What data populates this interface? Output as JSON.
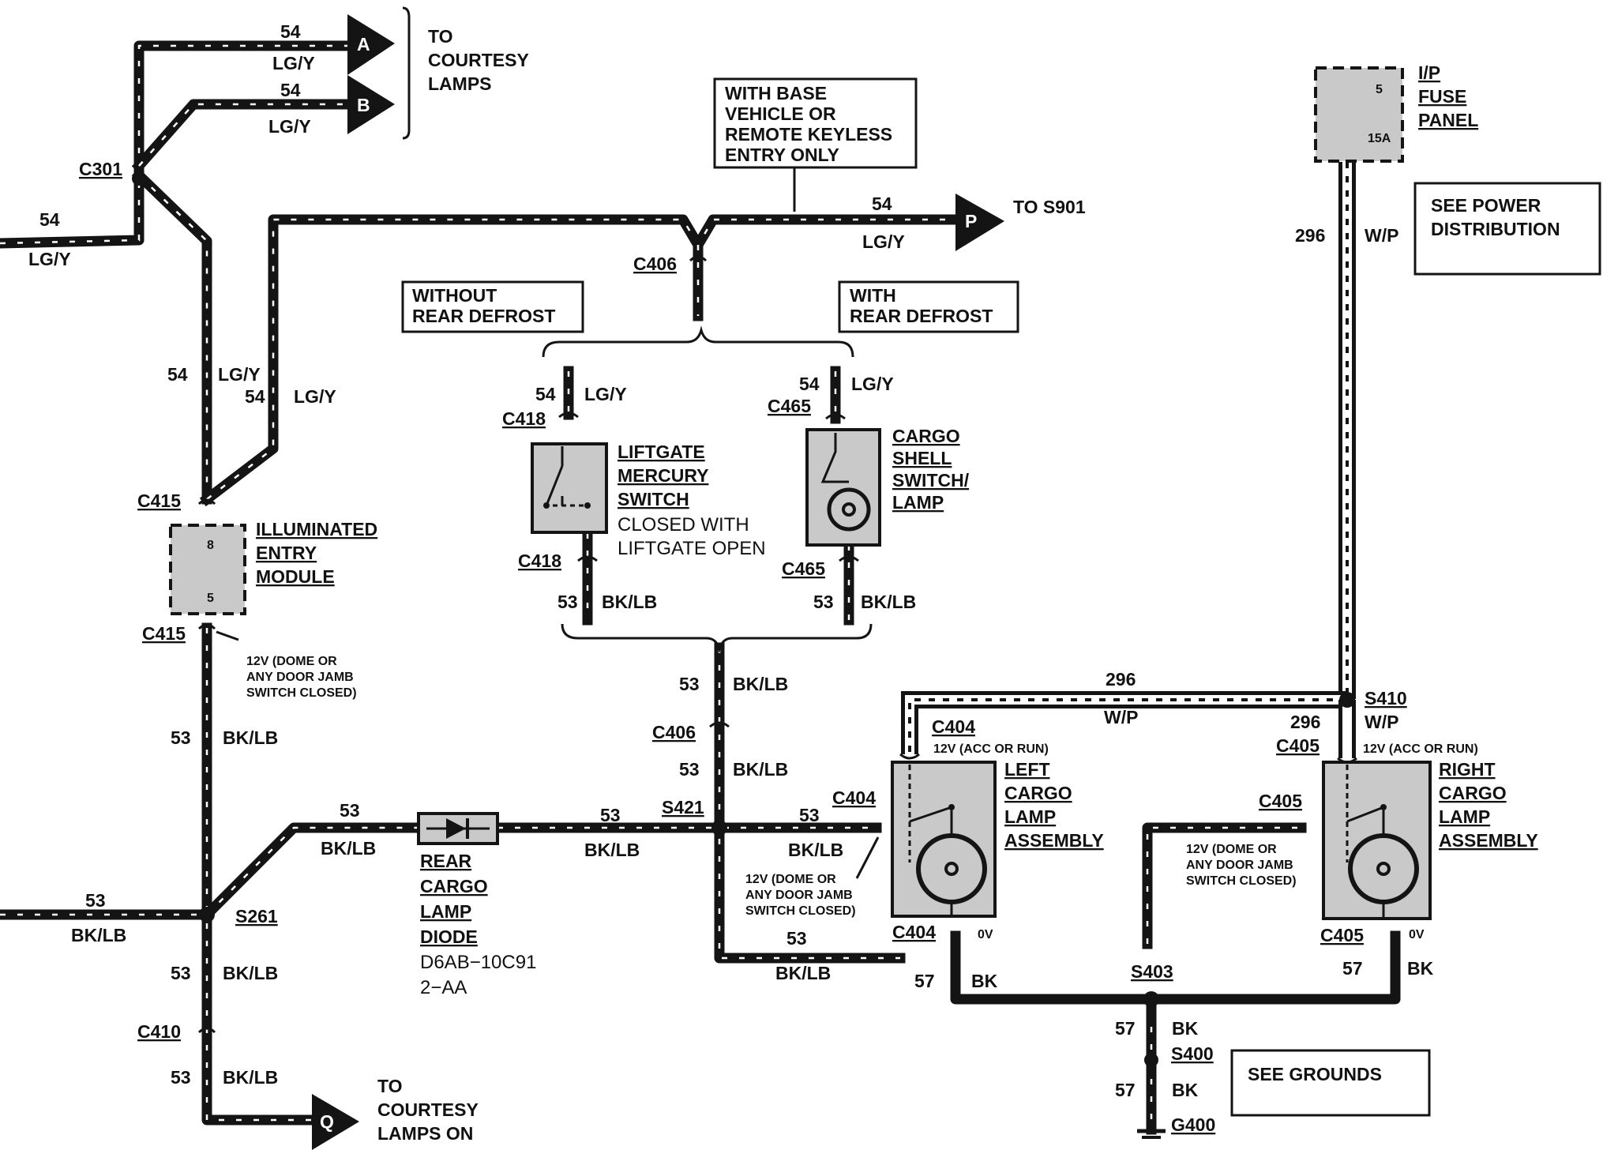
{
  "connectors": {
    "top_a": "A",
    "top_b": "B",
    "right_p": "P",
    "bottom_q": "Q",
    "c301": "C301",
    "c406_top": "C406",
    "c418_top": "C418",
    "c465_top": "C465",
    "c415_top": "C415",
    "c415_bot": "C415",
    "c418_bot": "C418",
    "c465_bot": "C465",
    "c406_mid": "C406",
    "s421": "S421",
    "c404_a": "C404",
    "c404_b": "C404",
    "c404_c": "C404",
    "s261": "S261",
    "c410": "C410",
    "s410": "S410",
    "c405_a": "C405",
    "c405_b": "C405",
    "c405_c": "C405",
    "s403": "S403",
    "s400": "S400",
    "g400": "G400"
  },
  "labels": {
    "to_courtesy_1": "TO",
    "to_courtesy_2": "COURTESY",
    "to_courtesy_3": "LAMPS",
    "to_s901": "TO S901",
    "to_courtesy_on_1": "TO",
    "to_courtesy_on_2": "COURTESY",
    "to_courtesy_on_3": "LAMPS ON"
  },
  "boxes": {
    "base_1": "WITH  BASE",
    "base_2": "VEHICLE OR",
    "base_3": "REMOTE KEYLESS",
    "base_4": "ENTRY ONLY",
    "without_1": "WITHOUT",
    "without_2": "REAR DEFROST",
    "with_1": "WITH",
    "with_2": "REAR DEFROST",
    "power_1": "SEE POWER",
    "power_2": "DISTRIBUTION",
    "grounds": "SEE GROUNDS"
  },
  "components": {
    "ip_fuse_1": "I/P",
    "ip_fuse_2": "FUSE",
    "ip_fuse_3": "PANEL",
    "ip_fuse_pin": "5",
    "ip_fuse_rating": "15A",
    "iem_1": "ILLUMINATED",
    "iem_2": "ENTRY",
    "iem_3": "MODULE",
    "iem_pin_top": "8",
    "iem_pin_bot": "5",
    "liftgate_1": "LIFTGATE",
    "liftgate_2": "MERCURY",
    "liftgate_3": "SWITCH",
    "liftgate_4": "CLOSED WITH",
    "liftgate_5": "LIFTGATE OPEN",
    "cargo_shell_1": "CARGO",
    "cargo_shell_2": "SHELL",
    "cargo_shell_3": "SWITCH/",
    "cargo_shell_4": "LAMP",
    "diode_1": "REAR",
    "diode_2": "CARGO",
    "diode_3": "LAMP",
    "diode_4": "DIODE",
    "diode_5": "D6AB−10C91",
    "diode_6": "2−AA",
    "left_1": "LEFT",
    "left_2": "CARGO",
    "left_3": "LAMP",
    "left_4": "ASSEMBLY",
    "right_1": "RIGHT",
    "right_2": "CARGO",
    "right_3": "LAMP",
    "right_4": "ASSEMBLY"
  },
  "notes": {
    "n12v_dome_1": "12V (DOME OR",
    "n12v_dome_2": "ANY DOOR  JAMB",
    "n12v_dome_3": "SWITCH   CLOSED)",
    "n12v_dome_b1": "12V (DOME OR",
    "n12v_dome_b2": "ANY DOOR  JAMB",
    "n12v_dome_b3": "SWITCH   CLOSED)",
    "n12v_dome_c1": "12V (DOME OR",
    "n12v_dome_c2": "ANY DOOR  JAMB",
    "n12v_dome_c3": "SWITCH   CLOSED)",
    "n12v_acc_l": "12V (ACC OR RUN)",
    "n12v_acc_r": "12V (ACC OR RUN)",
    "zero_v_l": "0V",
    "zero_v_r": "0V"
  },
  "wires": {
    "w54": "54",
    "lgy": "LG/Y",
    "w53": "53",
    "bklb": "BK/LB",
    "w296": "296",
    "wp": "W/P",
    "w57": "57",
    "bk": "BK"
  },
  "colors": {
    "ink": "#141414",
    "component_fill": "#c9c9c9",
    "background": "#ffffff"
  }
}
